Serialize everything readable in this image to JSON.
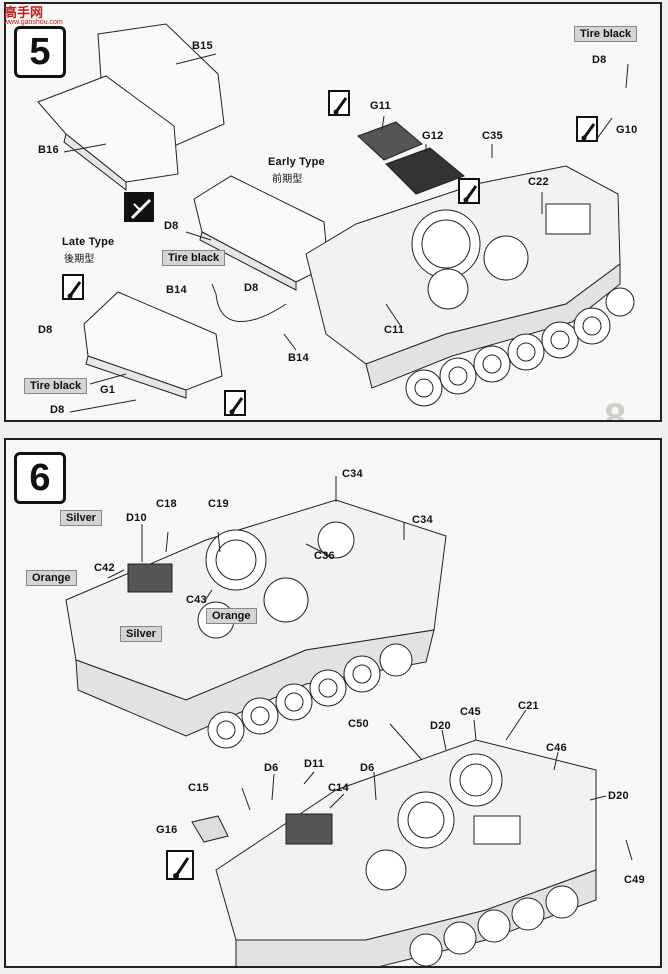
{
  "watermark": {
    "brand": "高手网",
    "site": "www.gaoshou.com"
  },
  "step5": {
    "number": "5",
    "labels": {
      "b15": "B15",
      "b16": "B16",
      "g11": "G11",
      "g12": "G12",
      "c35": "C35",
      "tire_black_top": "Tire black",
      "d8_top": "D8",
      "g10": "G10",
      "early_type": "Early Type",
      "early_type_cn": "前期型",
      "d8_mid": "D8",
      "tire_black_mid": "Tire black",
      "b14_a": "B14",
      "d8_mid2": "D8",
      "late_type": "Late Type",
      "late_type_cn": "後期型",
      "d8_left": "D8",
      "tire_black_left": "Tire black",
      "g1": "G1",
      "d8_bottom": "D8",
      "c22": "C22",
      "c11": "C11",
      "b14_b": "B14"
    }
  },
  "step6": {
    "number": "6",
    "labels": {
      "c34_a": "C34",
      "c34_b": "C34",
      "d10": "D10",
      "c18": "C18",
      "c19": "C19",
      "c36": "C36",
      "silver_a": "Silver",
      "orange_a": "Orange",
      "c42": "C42",
      "c43": "C43",
      "orange_b": "Orange",
      "silver_b": "Silver",
      "c50": "C50",
      "d20_a": "D20",
      "c45": "C45",
      "c21": "C21",
      "c46": "C46",
      "d20_b": "D20",
      "c15": "C15",
      "d6_a": "D6",
      "d11": "D11",
      "c14": "C14",
      "d6_b": "D6",
      "g16": "G16",
      "c49": "C49"
    }
  },
  "icons": [
    "paint-brush-icon",
    "cement-drop-icon",
    "no-cement-icon"
  ]
}
